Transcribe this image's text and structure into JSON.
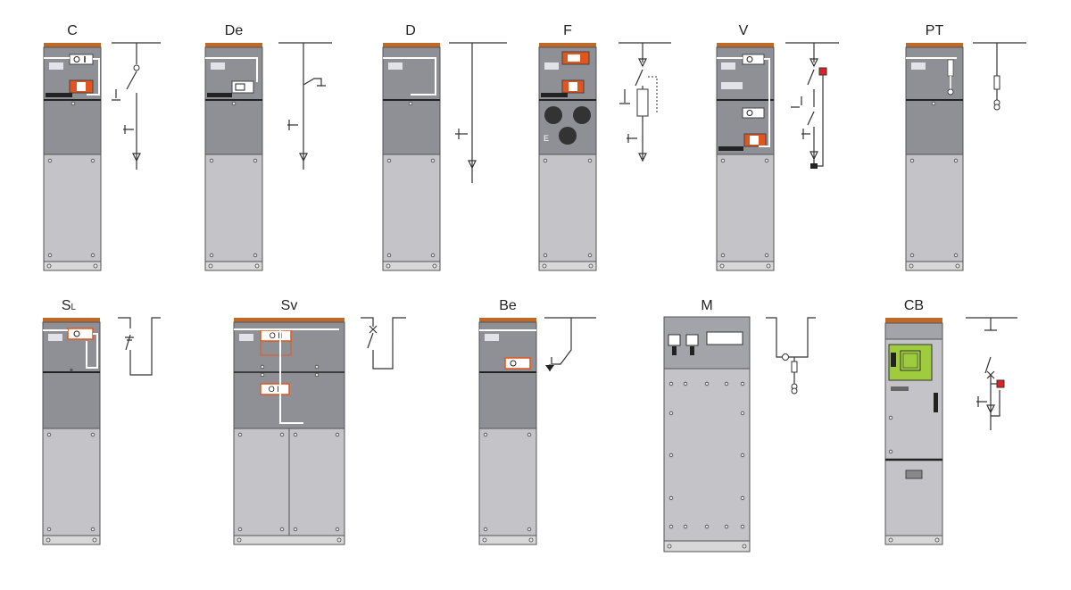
{
  "panels": [
    {
      "id": "c",
      "label": "C"
    },
    {
      "id": "de",
      "label": "De"
    },
    {
      "id": "d",
      "label": "D"
    },
    {
      "id": "f",
      "label": "F"
    },
    {
      "id": "v",
      "label": "V"
    },
    {
      "id": "pt",
      "label": "PT"
    },
    {
      "id": "sl",
      "label": "S",
      "label_sub": "L"
    },
    {
      "id": "sv",
      "label": "Sv"
    },
    {
      "id": "be",
      "label": "Be"
    },
    {
      "id": "m",
      "label": "M"
    },
    {
      "id": "cb",
      "label": "CB"
    }
  ],
  "marks": {
    "fuse_panel_e": "E",
    "sv_top_switch": "O II",
    "sv_bottom_switch": "O II",
    "switch_symbol": "I"
  },
  "colors": {
    "cabinet_light": "#c4c4c8",
    "cabinet_dark": "#8f9096",
    "roof": "#c06a2a",
    "accent_orange": "#e0561e",
    "relay_green": "#9fcc3e",
    "alarm_red": "#e02020"
  }
}
